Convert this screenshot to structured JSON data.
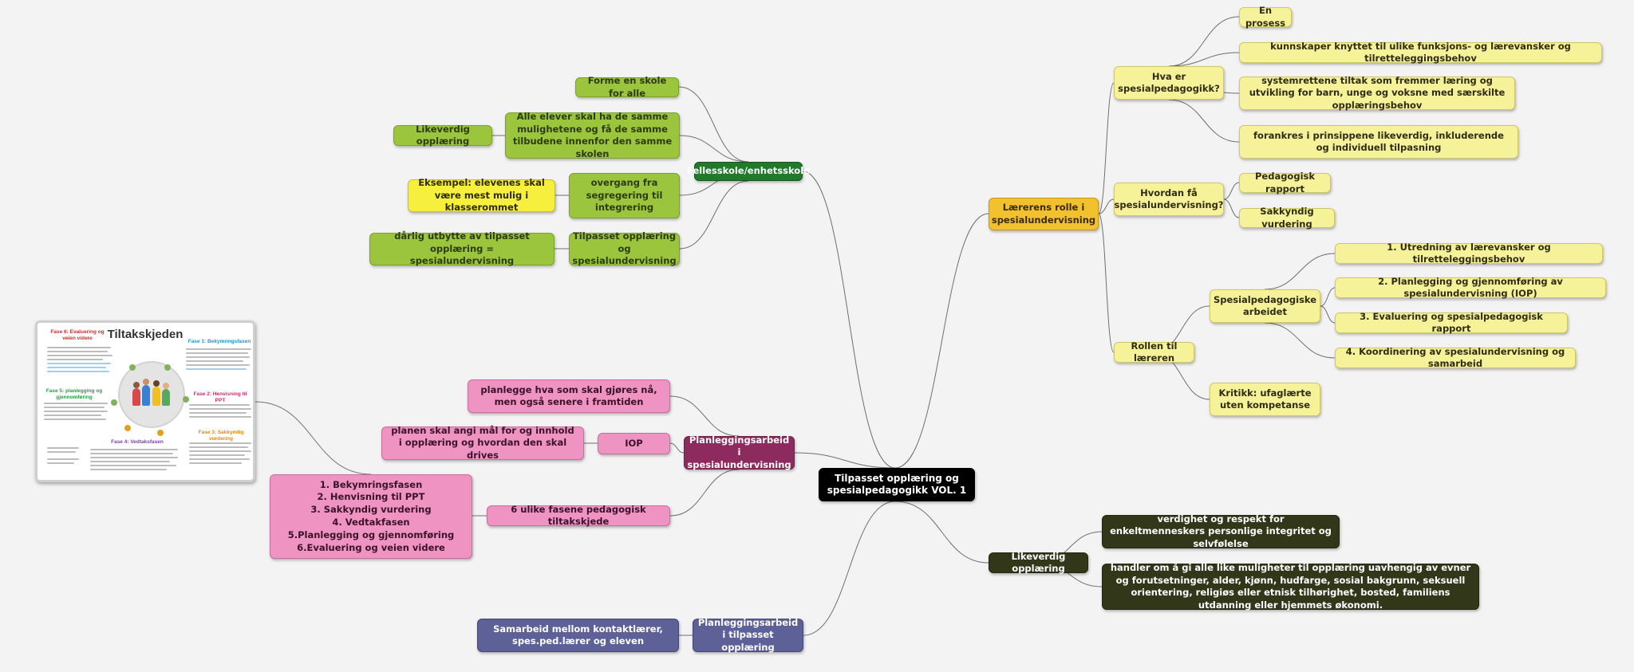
{
  "root": {
    "label": "Tilpasset opplæring og spesialpedagogikk VOL. 1"
  },
  "fellesskole": {
    "label": "Fellesskole/enhetsskole",
    "forme": "Forme en skole for alle",
    "alle_elever": "Alle elever skal ha de samme mulighetene og få de samme tilbudene innenfor den samme skolen",
    "likeverdig": "Likeverdig opplæring",
    "overgang": "overgang fra segregering til integrering",
    "eksempel": "Eksempel: elevenes skal være mest mulig i klasserommet",
    "tilpasset": "Tilpasset opplæring og spesialundervisning",
    "darlig": "dårlig utbytte av tilpasset opplæring = spesialundervisning"
  },
  "laererens_rolle": {
    "label": "Lærerens rolle i spesialundervisning",
    "hva_er": "Hva er spesialpedagogikk?",
    "en_prosess": "En prosess",
    "kunnskaper": "kunnskaper knyttet til ulike funksjons- og lærevansker og tilretteleggingsbehov",
    "systemrettede": "systemrettene tiltak som fremmer læring og utvikling for barn, unge og voksne med særskilte opplæringsbehov",
    "forankres": "forankres i prinsippene likeverdig, inkluderende og individuell tilpasning",
    "hvordan": "Hvordan få spesialundervisning?",
    "ped_rapport": "Pedagogisk rapport",
    "sakkyndig": "Sakkyndig vurdering",
    "rollen": "Rollen til læreren",
    "spes_arbeidet": "Spesialpedagogiske arbeidet",
    "steg": [
      "1. Utredning av lærevansker og tilretteleggingsbehov",
      "2. Planlegging og gjennomføring av spesialundervisning (IOP)",
      "3. Evaluering og spesialpedagogisk rapport",
      "4. Koordinering av spesialundervisning og samarbeid"
    ],
    "kritikk": "Kritikk: ufaglærte uten kompetanse"
  },
  "likeverdig": {
    "label": "Likeverdig opplæring",
    "verdighet": "verdighet og respekt for enkeltmenneskers personlige integritet og selvfølelse",
    "handler": "handler om å gi alle like muligheter til opplæring uavhengig av evner og forutsetninger, alder, kjønn, hudfarge, sosial bakgrunn, seksuell orientering, religiøs eller etnisk tilhørighet, bosted, familiens utdanning eller hjemmets økonomi."
  },
  "planlegging_spes": {
    "label": "Planleggingsarbeid i spesialundervisning",
    "planlegge": "planlegge hva som skal gjøres nå, men også senere i framtiden",
    "iop": "IOP",
    "planen": "planen skal angi mål for og innhold i opplæring og hvordan den skal drives",
    "seks_faser": "6 ulike fasene pedagogisk tiltakskjede",
    "faser": [
      "1. Bekymringsfasen",
      "2. Henvisning til PPT",
      "3. Sakkyndig vurdering",
      "4. Vedtakfasen",
      "5.Planlegging og gjennomføring",
      "6.Evaluering og veien videre"
    ]
  },
  "planlegging_tilpasset": {
    "label": "Planleggingsarbeid i tilpasset opplæring",
    "samarbeid": "Samarbeid mellom kontaktlærer, spes.ped.lærer og eleven"
  },
  "tiltakskjeden": {
    "title": "Tiltakskjeden",
    "fase6": "Fase 6: Evaluering og veien videre",
    "fase1": "Fase 1: Bekymringsfasen",
    "fase5": "Fase 5: planlegging og gjennomføring",
    "fase2": "Fase 2: Henvisning til PPT",
    "fase3": "Fase 3: Sakkyndig vurdering",
    "fase4": "Fase 4: Vedtaksfasen"
  },
  "colors": {
    "root": "#000000",
    "dark_green": "#1f7a2a",
    "light_green": "#9bc53d",
    "yellow": "#f7ef3d",
    "orange": "#f2c12e",
    "pale_yellow": "#f6f29a",
    "olive": "#33371a",
    "magenta": "#8e2b5e",
    "pink": "#ef93c2",
    "purple": "#5d6197",
    "connector": "#6f6f6f"
  }
}
